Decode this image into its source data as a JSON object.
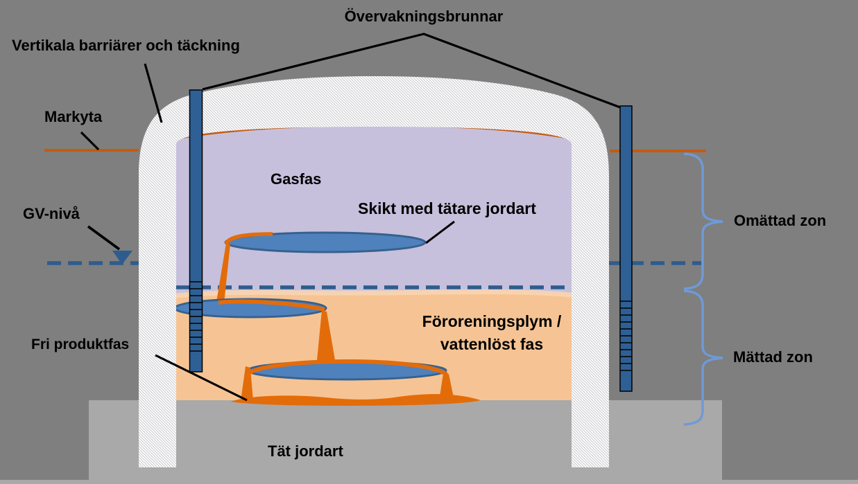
{
  "labels": {
    "monitoring_wells": "Övervakningsbrunnar",
    "vertical_barriers": "Vertikala barriärer och täckning",
    "ground_surface": "Markyta",
    "gw_level": "GV-nivå",
    "gas_phase": "Gasfas",
    "denser_soil_layer": "Skikt med tätare jordart",
    "unsaturated_zone": "Omättad zon",
    "plume_line1": "Föroreningsplym /",
    "plume_line2": "vattenlöst fas",
    "free_product": "Fri produktfas",
    "saturated_zone": "Mättad zon",
    "dense_soil": "Tät jordart"
  },
  "colors": {
    "background": "#7f7f7f",
    "bedrock_floor": "#a9a9a9",
    "barrier_fill": "#ffffff",
    "barrier_hatch_line": "#c9c9ce",
    "unsaturated_zone_fill": "#c6c0dc",
    "saturated_zone_fill": "#f6c494",
    "saturated_blend": "#f9d6b0",
    "contaminant_orange": "#e36c0a",
    "ground_surface_line": "#c55a11",
    "groundwater_blue": "#2e5c8e",
    "lens_fill": "#4f81bd",
    "lens_border": "#36618e",
    "well_fill": "#2f6095",
    "well_outline": "#000000",
    "brace_blue": "#6f9ad6",
    "pointer_black": "#000000",
    "label_text": "#000000"
  }
}
